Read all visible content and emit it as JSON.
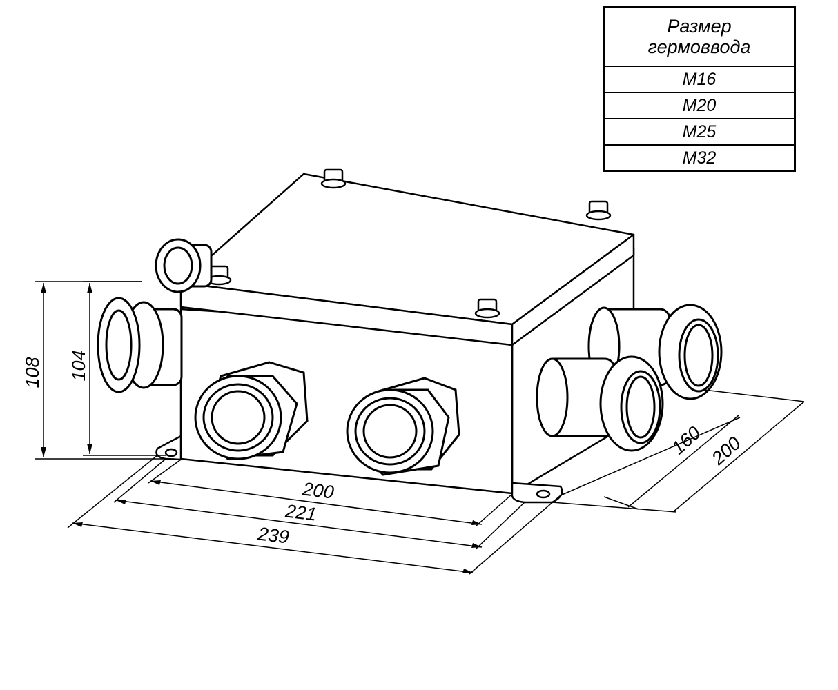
{
  "table": {
    "header_line1": "Размер",
    "header_line2": "гермоввода",
    "rows": [
      "M16",
      "M20",
      "M25",
      "M32"
    ]
  },
  "dimensions": {
    "height_outer": "108",
    "height_inner": "104",
    "width_200": "200",
    "width_221": "221",
    "width_239": "239",
    "depth_160": "160",
    "depth_200": "200"
  }
}
